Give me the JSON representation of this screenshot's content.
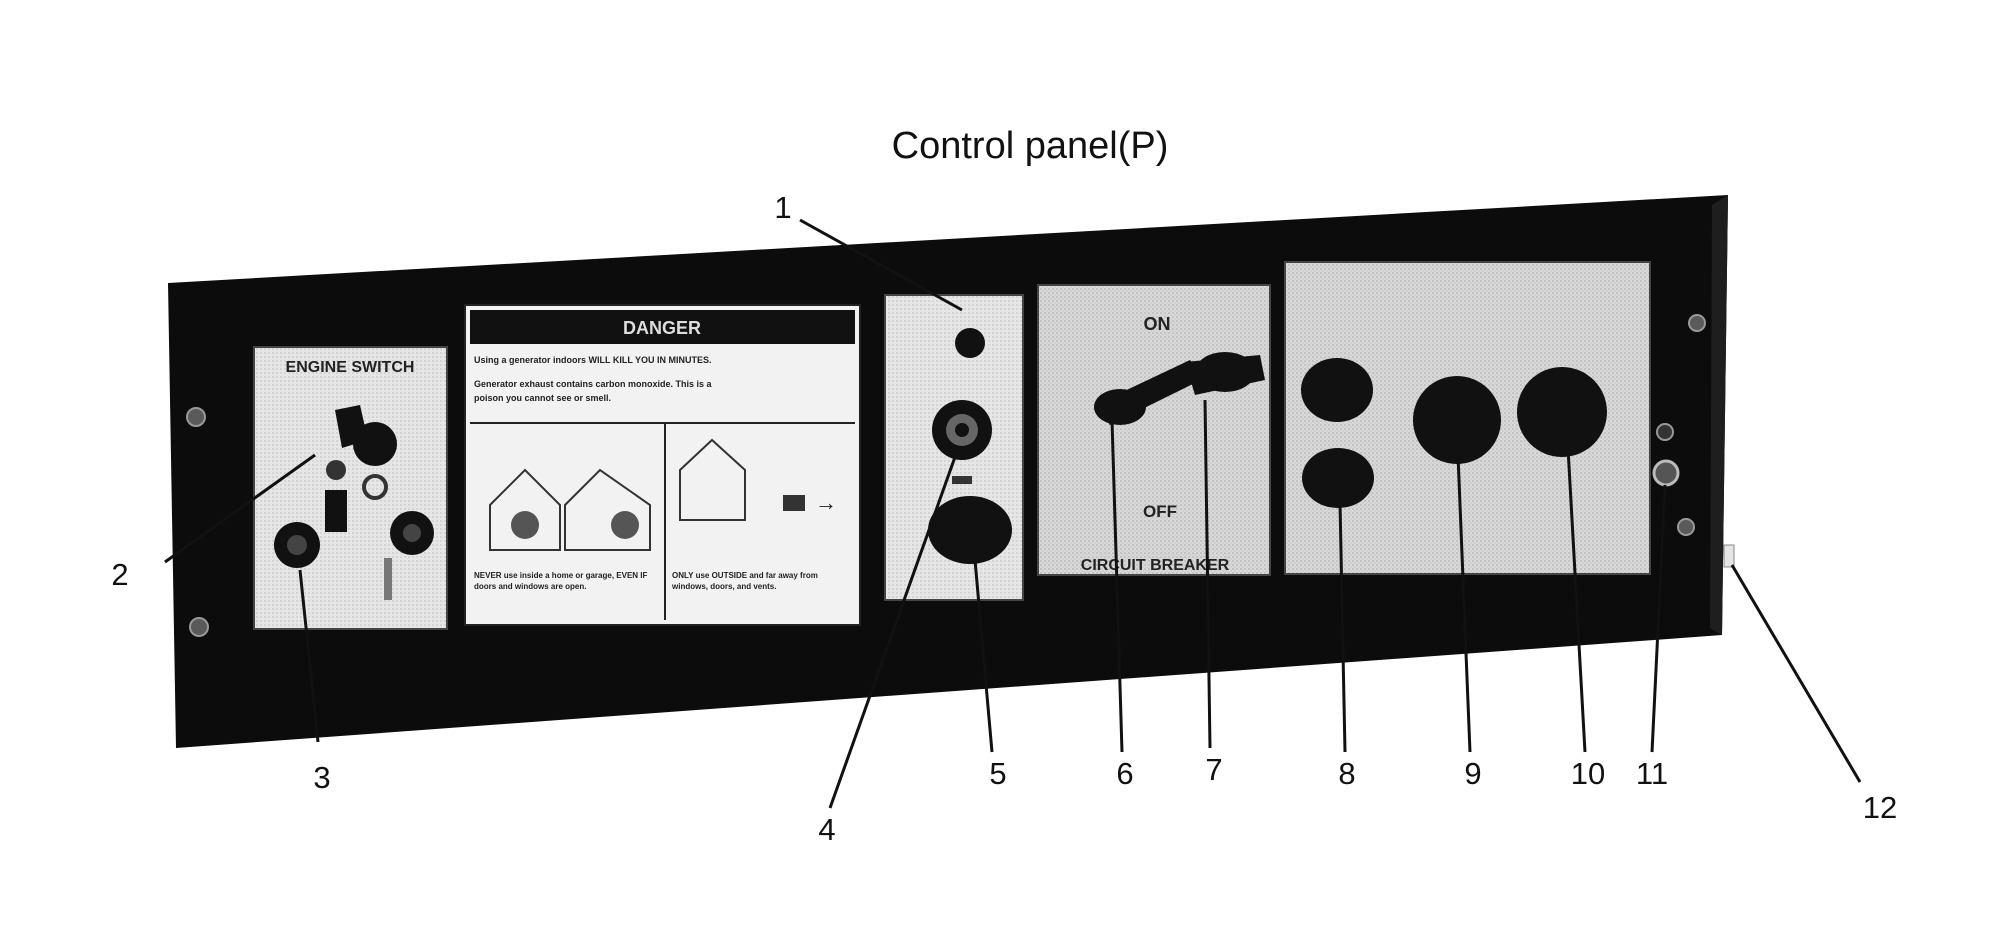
{
  "diagram": {
    "title": "Control panel(P)",
    "panel_labels": {
      "engine_switch": "ENGINE SWITCH",
      "danger_header": "DANGER",
      "danger_line1": "Using a generator indoors WILL KILL YOU IN MINUTES.",
      "danger_line2": "Generator exhaust contains carbon monoxide. This is a",
      "danger_line3": "poison you cannot see or smell.",
      "never_use": "NEVER use inside a home or garage, EVEN IF doors and windows are open.",
      "only_use": "ONLY use OUTSIDE and far away from windows, doors, and vents.",
      "breaker_on": "ON",
      "breaker_off": "OFF",
      "circuit_breaker": "CIRCUIT BREAKER"
    },
    "callouts": [
      {
        "id": "1",
        "label": "1"
      },
      {
        "id": "2",
        "label": "2"
      },
      {
        "id": "3",
        "label": "3"
      },
      {
        "id": "4",
        "label": "4"
      },
      {
        "id": "5",
        "label": "5"
      },
      {
        "id": "6",
        "label": "6"
      },
      {
        "id": "7",
        "label": "7"
      },
      {
        "id": "8",
        "label": "8"
      },
      {
        "id": "9",
        "label": "9"
      },
      {
        "id": "10",
        "label": "10"
      },
      {
        "id": "11",
        "label": "11"
      },
      {
        "id": "12",
        "label": "12"
      }
    ]
  }
}
